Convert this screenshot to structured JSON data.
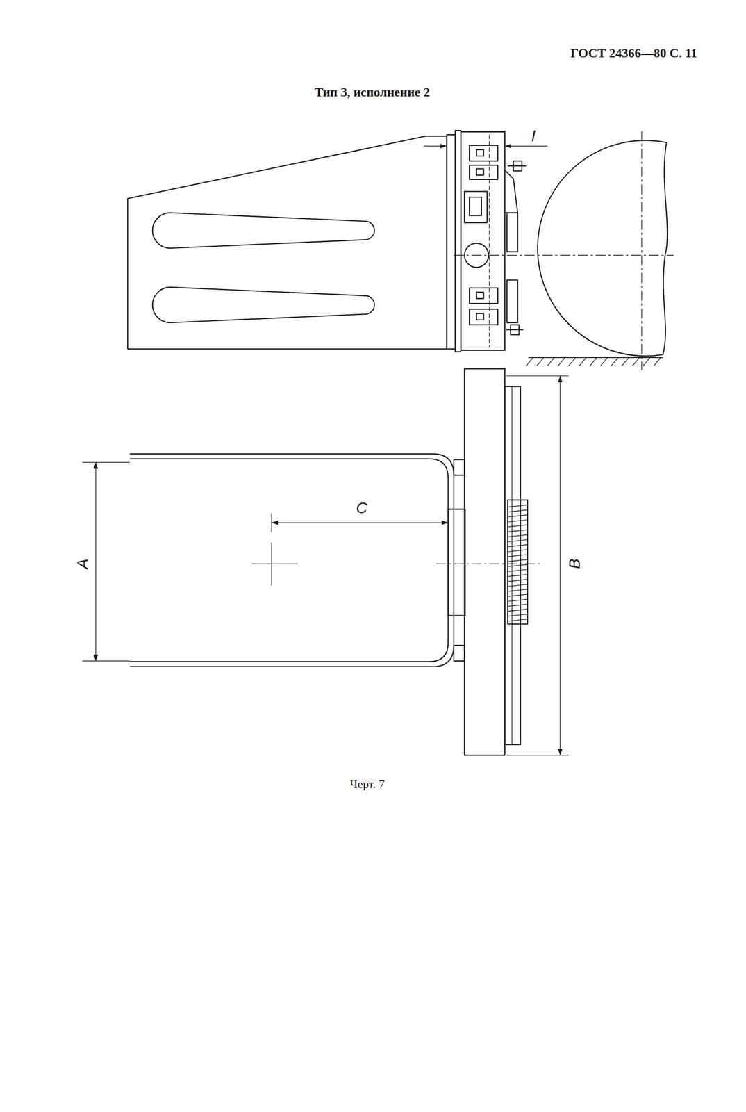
{
  "diagram": {
    "title": "Тип 3, исполнение 2",
    "caption": "Черт. 7",
    "labels": [
      "ГОСТ 24366—80 С. 11",
      "l",
      "C",
      "A",
      "B"
    ]
  }
}
